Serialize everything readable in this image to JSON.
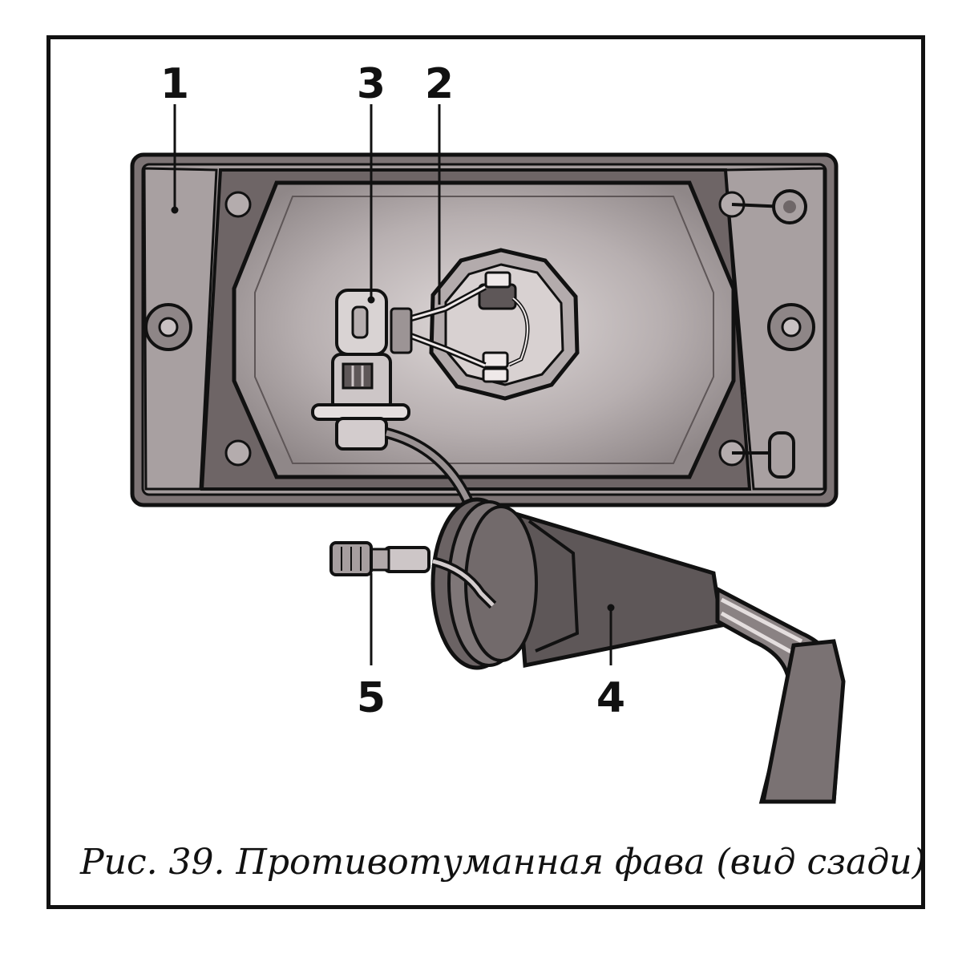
{
  "figure": {
    "caption": "Рис. 39. Противотуманная фава (вид сзади)",
    "callouts": [
      {
        "id": "1",
        "text": "1"
      },
      {
        "id": "2",
        "text": "2"
      },
      {
        "id": "3",
        "text": "3"
      },
      {
        "id": "4",
        "text": "4"
      },
      {
        "id": "5",
        "text": "5"
      }
    ],
    "colors": {
      "outline": "#111111",
      "housing": "#7d7475",
      "housing_light": "#a49c9d",
      "reflector": "#b9b1b2",
      "reflector_center": "#d9d3d3",
      "boot": "#5e5758",
      "cable": "#8a8283"
    }
  }
}
